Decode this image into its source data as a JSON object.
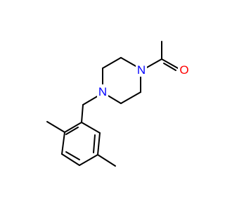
{
  "molecule": {
    "colors": {
      "bond": "#000000",
      "nitrogen": "#0000ff",
      "oxygen": "#ff0000",
      "background": "#ffffff"
    },
    "atoms": {
      "n1": {
        "element": "N",
        "label": "N"
      },
      "n2": {
        "element": "N",
        "label": "N"
      },
      "o1": {
        "element": "O",
        "label": "O"
      }
    }
  }
}
